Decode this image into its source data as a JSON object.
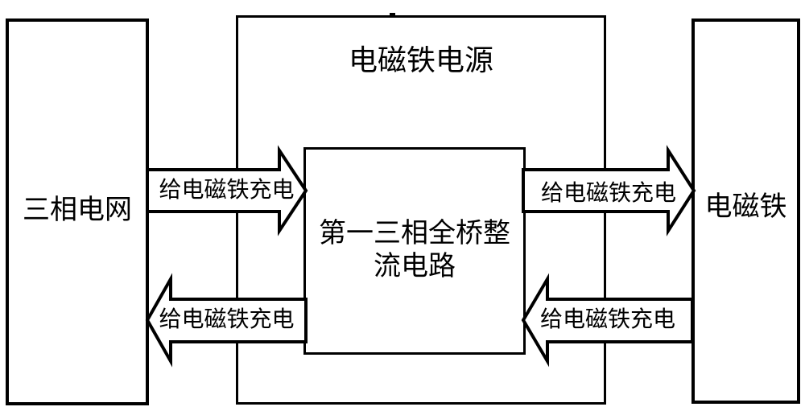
{
  "diagram": {
    "background": "#ffffff",
    "line_color": "#000000",
    "blocks": {
      "grid": {
        "label": "三相电网"
      },
      "power_supply": {
        "label": "电磁铁电源"
      },
      "rectifier": {
        "label": "第一三相全桥整流电路",
        "lines": [
          "第一三相全桥整",
          "流电路"
        ]
      },
      "magnet": {
        "label": "电磁铁"
      }
    },
    "arrows": {
      "grid_to_rectifier": {
        "label": "给电磁铁充电",
        "direction": "right"
      },
      "rectifier_to_magnet": {
        "label": "给电磁铁充电",
        "direction": "right"
      },
      "rectifier_to_grid": {
        "label": "给电磁铁充电",
        "direction": "left"
      },
      "magnet_to_rectifier": {
        "label": "给电磁铁充电",
        "direction": "left"
      }
    }
  }
}
